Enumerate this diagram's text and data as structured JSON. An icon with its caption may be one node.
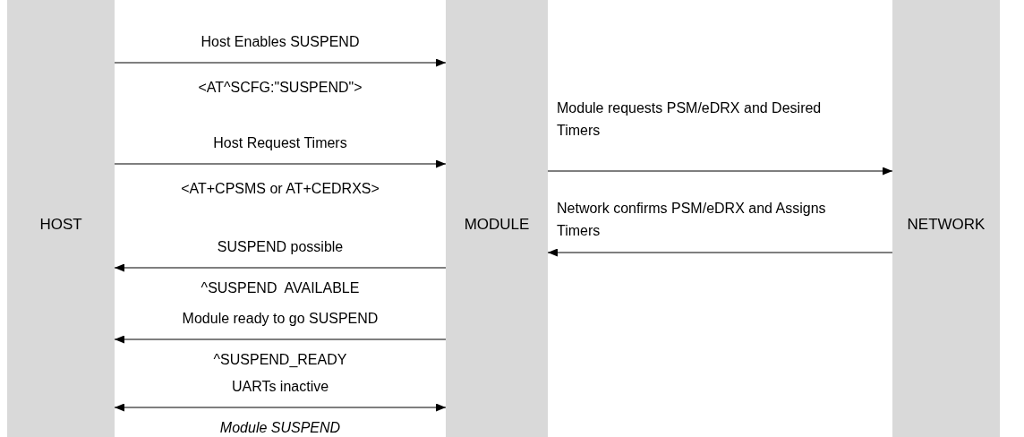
{
  "diagram": {
    "nodes": [
      {
        "text": [
          "HOST"
        ]
      },
      {
        "text": [
          "MODULE"
        ]
      },
      {
        "text": [
          "NETWORK"
        ]
      }
    ],
    "edges": [
      {
        "from": 0,
        "to": 1,
        "arrow": "to",
        "label": "Host Enables SUSPEND"
      },
      {
        "from": 0,
        "to": 1,
        "arrow": "to",
        "label": "Host Request Timers"
      },
      {
        "from": 1,
        "to": 2,
        "arrow": "to",
        "label": "Module requests PSM/eDRX and Desired Timers"
      },
      {
        "from": 2,
        "to": 1,
        "arrow": "to",
        "label": "Network confirms PSM/eDRX and Assigns Timers"
      },
      {
        "from": 1,
        "to": 0,
        "arrow": "to",
        "label": "SUSPEND possible"
      },
      {
        "from": 1,
        "to": 0,
        "arrow": "to",
        "label": "Module ready to go SUSPEND"
      },
      {
        "from": 0,
        "to": 1,
        "arrow": "both",
        "label": "UARTs inactive"
      }
    ],
    "labels": [
      "<AT^SCFG:\"SUSPEND\">",
      "<AT+CPSMS or AT+CEDRXS>",
      "^SUSPEND  AVAILABLE",
      "^SUSPEND_READY",
      "Module SUSPEND"
    ]
  }
}
